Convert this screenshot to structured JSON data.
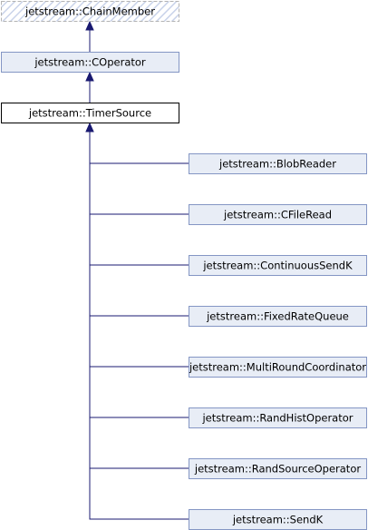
{
  "diagram": {
    "type": "inheritance-graph",
    "colors": {
      "node_fill": "#e8edf6",
      "node_border": "#8496c4",
      "focus_fill": "#ffffff",
      "focus_border": "#000000",
      "external_border": "#b3b3b3",
      "hatch": "#c9d3ea",
      "edge": "#191970"
    },
    "nodes": [
      {
        "id": "chain-member",
        "label": "jetstream::ChainMember",
        "style": "external"
      },
      {
        "id": "coperator",
        "label": "jetstream::COperator",
        "style": "normal"
      },
      {
        "id": "timer-source",
        "label": "jetstream::TimerSource",
        "style": "focus"
      },
      {
        "id": "blob-reader",
        "label": "jetstream::BlobReader",
        "style": "normal"
      },
      {
        "id": "cfile-read",
        "label": "jetstream::CFileRead",
        "style": "normal"
      },
      {
        "id": "continuous-send-k",
        "label": "jetstream::ContinuousSendK",
        "style": "normal"
      },
      {
        "id": "fixed-rate-queue",
        "label": "jetstream::FixedRateQueue",
        "style": "normal"
      },
      {
        "id": "multi-round-coordinator",
        "label": "jetstream::MultiRoundCoordinator",
        "style": "normal"
      },
      {
        "id": "rand-hist-operator",
        "label": "jetstream::RandHistOperator",
        "style": "normal"
      },
      {
        "id": "rand-source-operator",
        "label": "jetstream::RandSourceOperator",
        "style": "normal"
      },
      {
        "id": "send-k",
        "label": "jetstream::SendK",
        "style": "normal"
      }
    ],
    "edges": [
      {
        "from": "coperator",
        "to": "chain-member"
      },
      {
        "from": "timer-source",
        "to": "coperator"
      },
      {
        "from": "blob-reader",
        "to": "timer-source"
      },
      {
        "from": "cfile-read",
        "to": "timer-source"
      },
      {
        "from": "continuous-send-k",
        "to": "timer-source"
      },
      {
        "from": "fixed-rate-queue",
        "to": "timer-source"
      },
      {
        "from": "multi-round-coordinator",
        "to": "timer-source"
      },
      {
        "from": "rand-hist-operator",
        "to": "timer-source"
      },
      {
        "from": "rand-source-operator",
        "to": "timer-source"
      },
      {
        "from": "send-k",
        "to": "timer-source"
      }
    ]
  }
}
